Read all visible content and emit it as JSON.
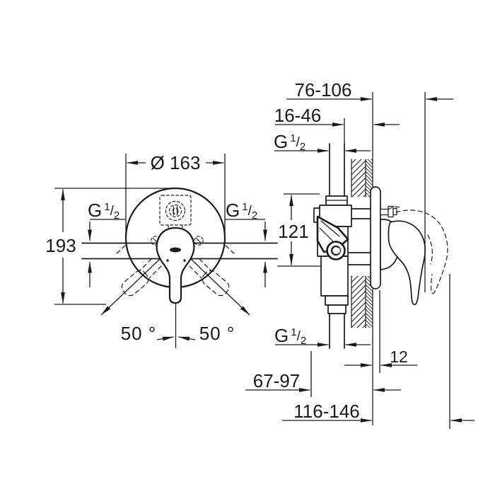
{
  "colors": {
    "line": "#1a1a1a",
    "background": "#ffffff"
  },
  "front_view": {
    "diameter": "Ø 163",
    "height": "193",
    "angle_left": "50 °",
    "angle_right": "50 °"
  },
  "side_view": {
    "wall_to_handle": "76-106",
    "pipe_recess": "16-46",
    "body_height": "121",
    "plate_depth": "12",
    "body_to_wall": "67-97",
    "overall_depth": "116-146"
  },
  "thread_label": {
    "prefix": "G",
    "numerator": "1",
    "slash": "/",
    "denominator": "2"
  }
}
